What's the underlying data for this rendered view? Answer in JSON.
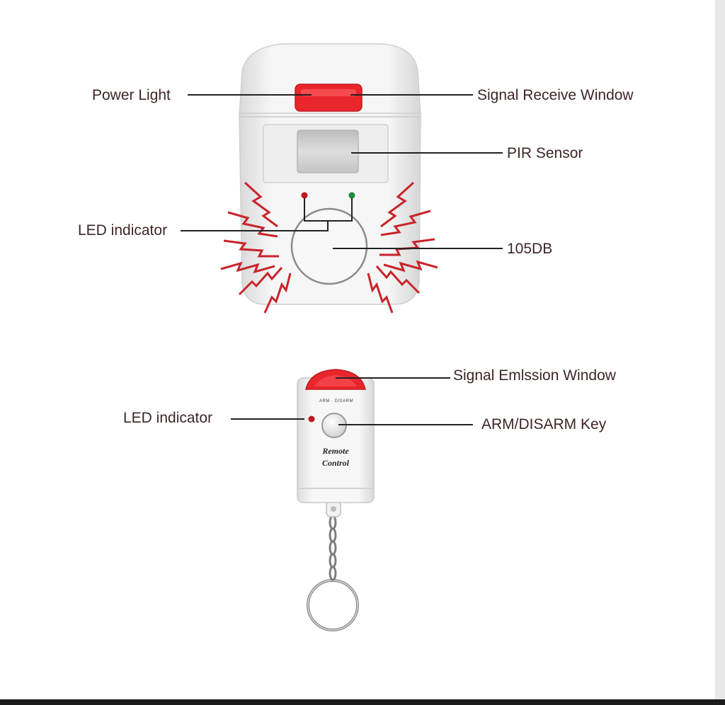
{
  "motion_sensor": {
    "labels": {
      "power_light": "Power Light",
      "signal_receive_window": "Signal Receive Window",
      "pir_sensor": "PIR Sensor",
      "led_indicator": "LED indicator",
      "decibel": "105DB"
    }
  },
  "remote": {
    "labels": {
      "signal_emission_window": "Signal Emlssion Window",
      "led_indicator": "LED indicator",
      "arm_disarm_key": "ARM/DISARM Key"
    },
    "device_text": {
      "line1": "Remote",
      "line2": "Control",
      "top_markings": "ARM · DISARM"
    }
  },
  "colors": {
    "label_text": "#3d2626",
    "red_accent": "#e8262c",
    "sound_waves": "#c8242a",
    "device_body": "#f3f3f3",
    "led_red": "#c0161c",
    "led_green": "#1d8a3a"
  }
}
